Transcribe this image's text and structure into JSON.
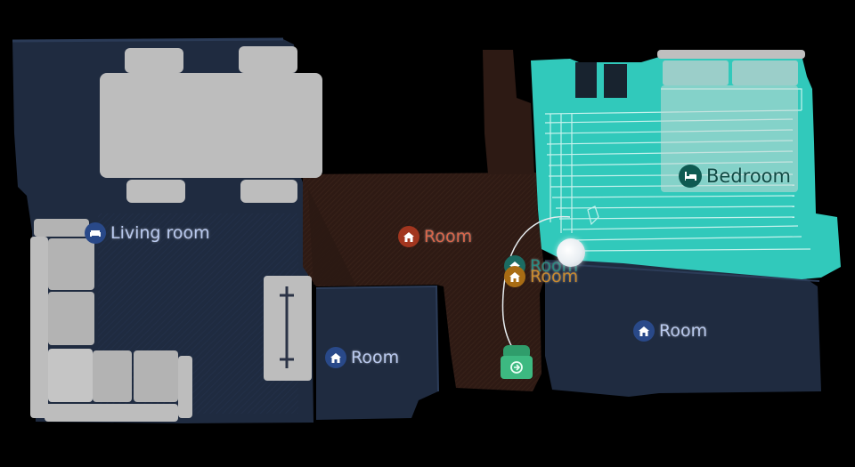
{
  "rooms": {
    "living_room": {
      "name": "Living room",
      "icon": "sofa-icon",
      "text_color": "#b9c9ee",
      "badge_color": "#294989"
    },
    "hallway": {
      "name": "Room",
      "icon": "home-icon",
      "text_color": "#d9664a",
      "badge_color": "#a2361f"
    },
    "bedroom": {
      "name": "Bedroom",
      "icon": "bed-icon",
      "text_color": "#0f4a44",
      "badge_color": "#0f5a52"
    },
    "small_room": {
      "name": "Room",
      "icon": "home-icon",
      "text_color": "#b9c9ee",
      "badge_color": "#294989"
    },
    "right_room": {
      "name": "Room",
      "icon": "home-icon",
      "text_color": "#b9c9ee",
      "badge_color": "#294989"
    },
    "corridor_a": {
      "name": "Room",
      "icon": "home-icon",
      "text_color": "#2b8a80",
      "badge_color": "#1b6b62"
    },
    "corridor_b": {
      "name": "Room",
      "icon": "home-icon",
      "text_color": "#c98a2e",
      "badge_color": "#a86c14"
    }
  },
  "colors": {
    "background": "#000000",
    "floor_blue": "#1f2b40",
    "floor_brown": "#2d1a14",
    "floor_teal": "#31c9bb",
    "furniture": "#bfbfbf",
    "dock": "#3db981"
  },
  "dock": {
    "icon": "charging-dock-icon"
  },
  "robot": {
    "icon": "robot-vacuum-icon"
  }
}
